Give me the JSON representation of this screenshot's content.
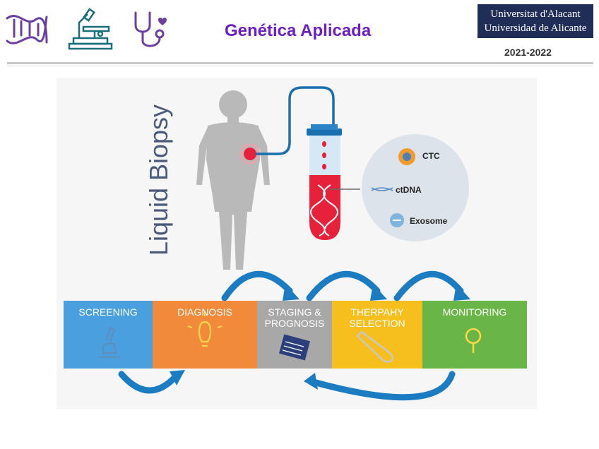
{
  "header": {
    "title": "Genética Aplicada",
    "university_line1": "Universitat d'Alacant",
    "university_line2": "Universidad de Alicante",
    "year": "2021-2022",
    "icons": [
      "dna-icon",
      "microscope-icon",
      "stethoscope-icon"
    ]
  },
  "diagram": {
    "title": "Liquid Biopsy",
    "markers": [
      "CTC",
      "ctDNA",
      "Exosome"
    ],
    "stages": [
      {
        "line1": "SCREENING",
        "line2": "",
        "color": "#4a9fde",
        "icon": "microscope-icon"
      },
      {
        "line1": "DIAGNOSIS",
        "line2": "",
        "color": "#f28a3c",
        "icon": "lightbulb-icon"
      },
      {
        "line1": "STAGING &",
        "line2": "PROGNOSIS",
        "color": "#a8a8a8",
        "icon": "notepad-icon"
      },
      {
        "line1": "THERPAHY",
        "line2": "SELECTION",
        "color": "#f7bf1e",
        "icon": "test-tube-icon"
      },
      {
        "line1": "MONITORING",
        "line2": "",
        "color": "#6ab547",
        "icon": "magnifier-icon"
      }
    ]
  },
  "colors": {
    "title_purple": "#6b1fc4",
    "university_navy": "#1f2d57",
    "arrow_blue": "#1b7cc1",
    "blood_red": "#e8213a",
    "figure_gray": "#b9b9b9"
  }
}
